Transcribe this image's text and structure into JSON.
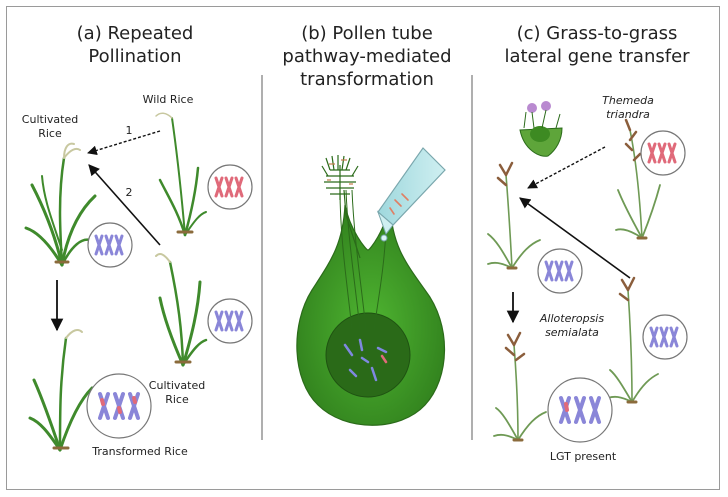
{
  "panel_a": {
    "title_line1": "(a) Repeated",
    "title_line2": "Pollination",
    "label_cultivated_top_1": "Cultivated",
    "label_cultivated_top_2": "Rice",
    "label_wild": "Wild Rice",
    "arrow_1": "1",
    "arrow_2": "2",
    "label_cultivated_bottom_1": "Cultivated",
    "label_cultivated_bottom_2": "Rice",
    "label_transformed": "Transformed Rice"
  },
  "panel_b": {
    "title_line1": "(b) Pollen tube",
    "title_line2": "pathway-mediated",
    "title_line3": "transformation"
  },
  "panel_c": {
    "title_line1": "(c) Grass-to-grass",
    "title_line2": "lateral gene transfer",
    "label_themeda_1": "Themeda",
    "label_themeda_2": "triandra",
    "label_allo_1": "Alloteropsis",
    "label_allo_2": "semialata",
    "label_lgt": "LGT present"
  },
  "colors": {
    "plant_green": "#3f8a2c",
    "pistil_green": "#3e9a27",
    "chromosome_blue": "#8a86d8",
    "chromosome_red": "#e06a7a",
    "divider": "#7a7a7a"
  }
}
